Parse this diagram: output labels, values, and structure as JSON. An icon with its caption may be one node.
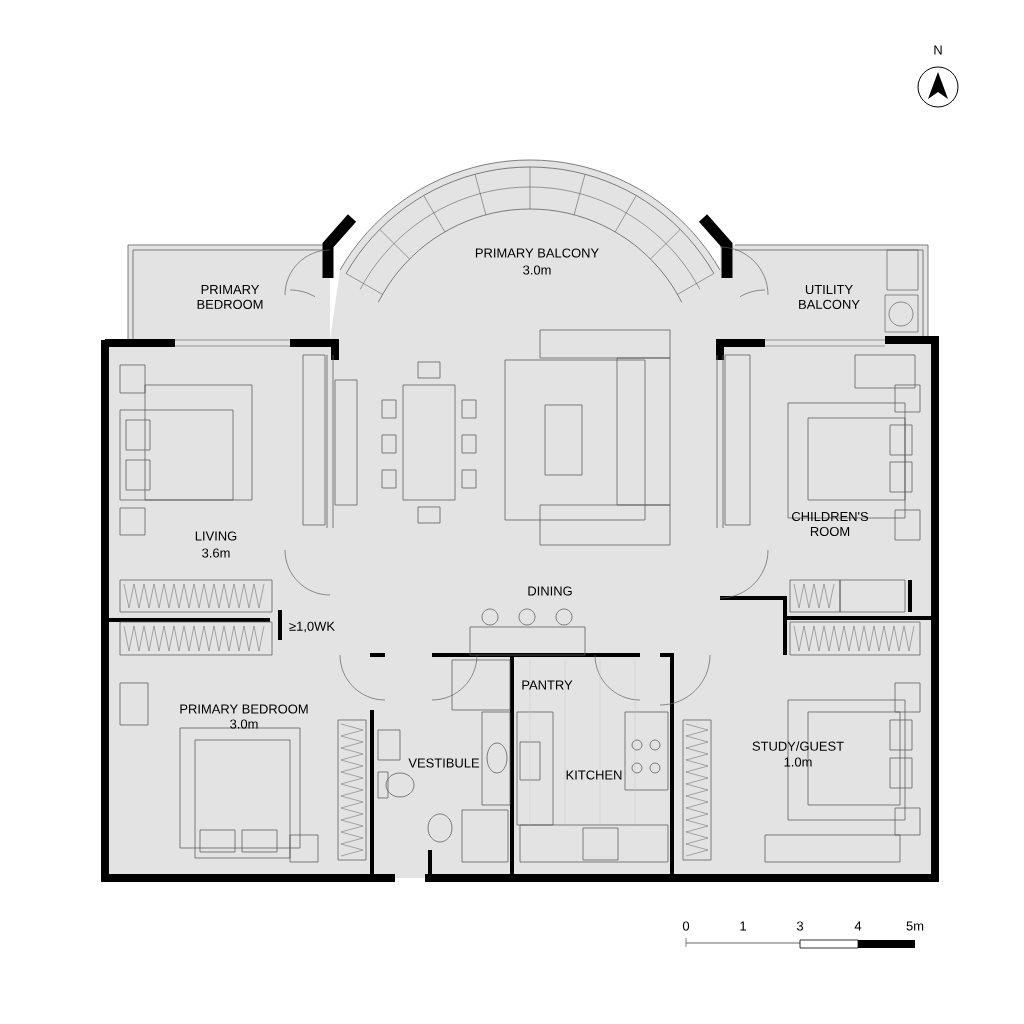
{
  "diagram": {
    "labels": [
      "N",
      "PRIMARY BALCONY",
      "3.0m",
      "PRIMARY BEDROOM",
      "UTILITY BALCONY",
      "LIVING",
      "3.6m",
      "CHILDREN'S ROOM",
      "DINING",
      "≥1,0WK",
      "PRIMARY BEDROOM",
      "3.0m",
      "PANTRY",
      "VESTIBULE",
      "KITCHEN",
      "STUDY/GUEST",
      "1.0m",
      "0",
      "1",
      "3",
      "4",
      "5m"
    ]
  }
}
